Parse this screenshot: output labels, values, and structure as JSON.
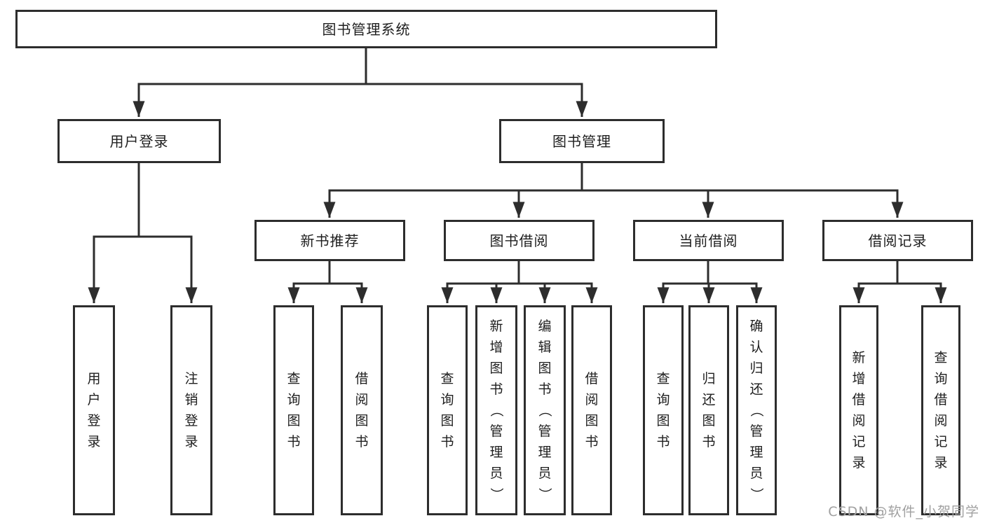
{
  "tree": {
    "root": {
      "label": "图书管理系统",
      "children": [
        {
          "label": "用户登录",
          "children": [
            {
              "label": "用户登录"
            },
            {
              "label": "注销登录"
            }
          ]
        },
        {
          "label": "图书管理",
          "children": [
            {
              "label": "新书推荐",
              "children": [
                {
                  "label": "查询图书"
                },
                {
                  "label": "借阅图书"
                }
              ]
            },
            {
              "label": "图书借阅",
              "children": [
                {
                  "label": "查询图书"
                },
                {
                  "label": "新增图书（管理员）"
                },
                {
                  "label": "编辑图书（管理员）"
                },
                {
                  "label": "借阅图书"
                }
              ]
            },
            {
              "label": "当前借阅",
              "children": [
                {
                  "label": "查询图书"
                },
                {
                  "label": "归还图书"
                },
                {
                  "label": "确认归还（管理员）"
                }
              ]
            },
            {
              "label": "借阅记录",
              "children": [
                {
                  "label": "新增借阅记录"
                },
                {
                  "label": "查询借阅记录"
                }
              ]
            }
          ]
        }
      ]
    }
  },
  "watermark": {
    "text": "CSDN @软件_小贺同学"
  },
  "colors": {
    "line": "#2d2d2d",
    "text": "#1e1e1e",
    "watermark": "#a0a0a0",
    "background": "#ffffff"
  }
}
